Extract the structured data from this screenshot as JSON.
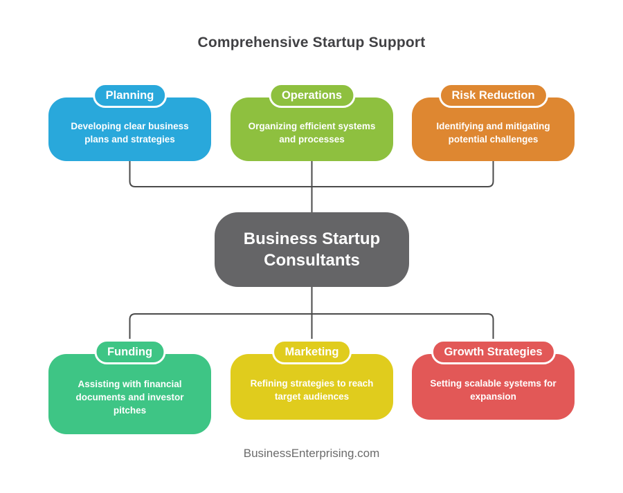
{
  "title": "Comprehensive Startup Support",
  "footer": "BusinessEnterprising.com",
  "connector_color": "#4A4A4A",
  "background_color": "#FFFFFF",
  "center": {
    "label": "Business Startup\nConsultants",
    "color": "#656567"
  },
  "nodes": [
    {
      "id": "planning",
      "label": "Planning",
      "description": "Developing clear business\nplans and strategies",
      "color": "#29A8DB"
    },
    {
      "id": "operations",
      "label": "Operations",
      "description": "Organizing efficient systems\nand processes",
      "color": "#8EC03F"
    },
    {
      "id": "risk-reduction",
      "label": "Risk Reduction",
      "description": "Identifying and mitigating\npotential challenges",
      "color": "#DE8731"
    },
    {
      "id": "funding",
      "label": "Funding",
      "description": "Assisting with financial\ndocuments and investor\npitches",
      "color": "#3EC585"
    },
    {
      "id": "marketing",
      "label": "Marketing",
      "description": "Refining strategies to reach\ntarget audiences",
      "color": "#E0CC1D"
    },
    {
      "id": "growth-strategies",
      "label": "Growth Strategies",
      "description": "Setting scalable systems for\nexpansion",
      "color": "#E25857"
    }
  ]
}
